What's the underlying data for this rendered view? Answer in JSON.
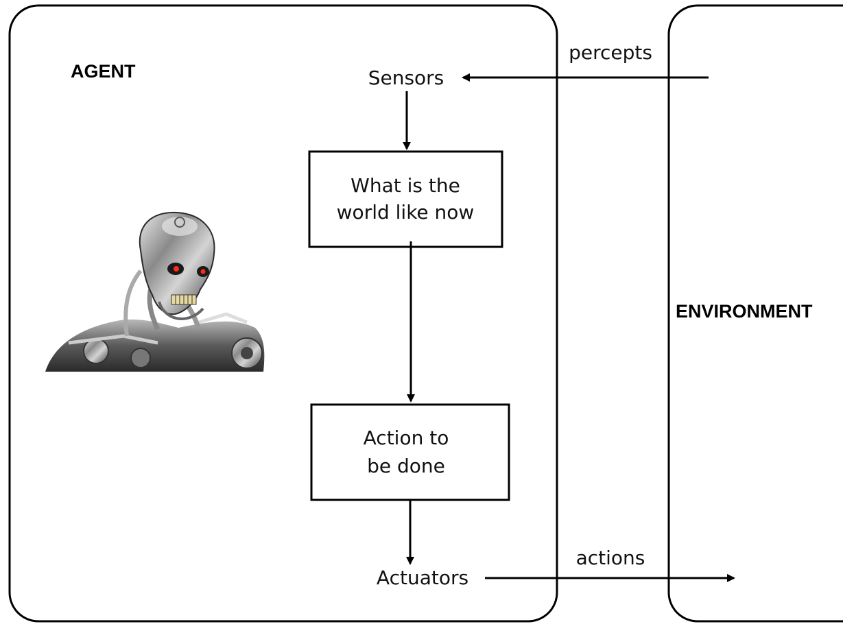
{
  "agent": {
    "title": "AGENT",
    "sensors": "Sensors",
    "actuators": "Actuators",
    "world_box": {
      "line1": "What is the",
      "line2": "world like now"
    },
    "action_box": {
      "line1": "Action to",
      "line2": "be done"
    }
  },
  "environment": {
    "title": "ENVIRONMENT"
  },
  "flows": {
    "percepts": "percepts",
    "actions": "actions"
  },
  "colors": {
    "stroke": "#000000",
    "background": "#ffffff",
    "text": "#111111",
    "robot_eye": "#ff2a1a"
  },
  "icons": {
    "robot": "terminator-robot-image"
  }
}
